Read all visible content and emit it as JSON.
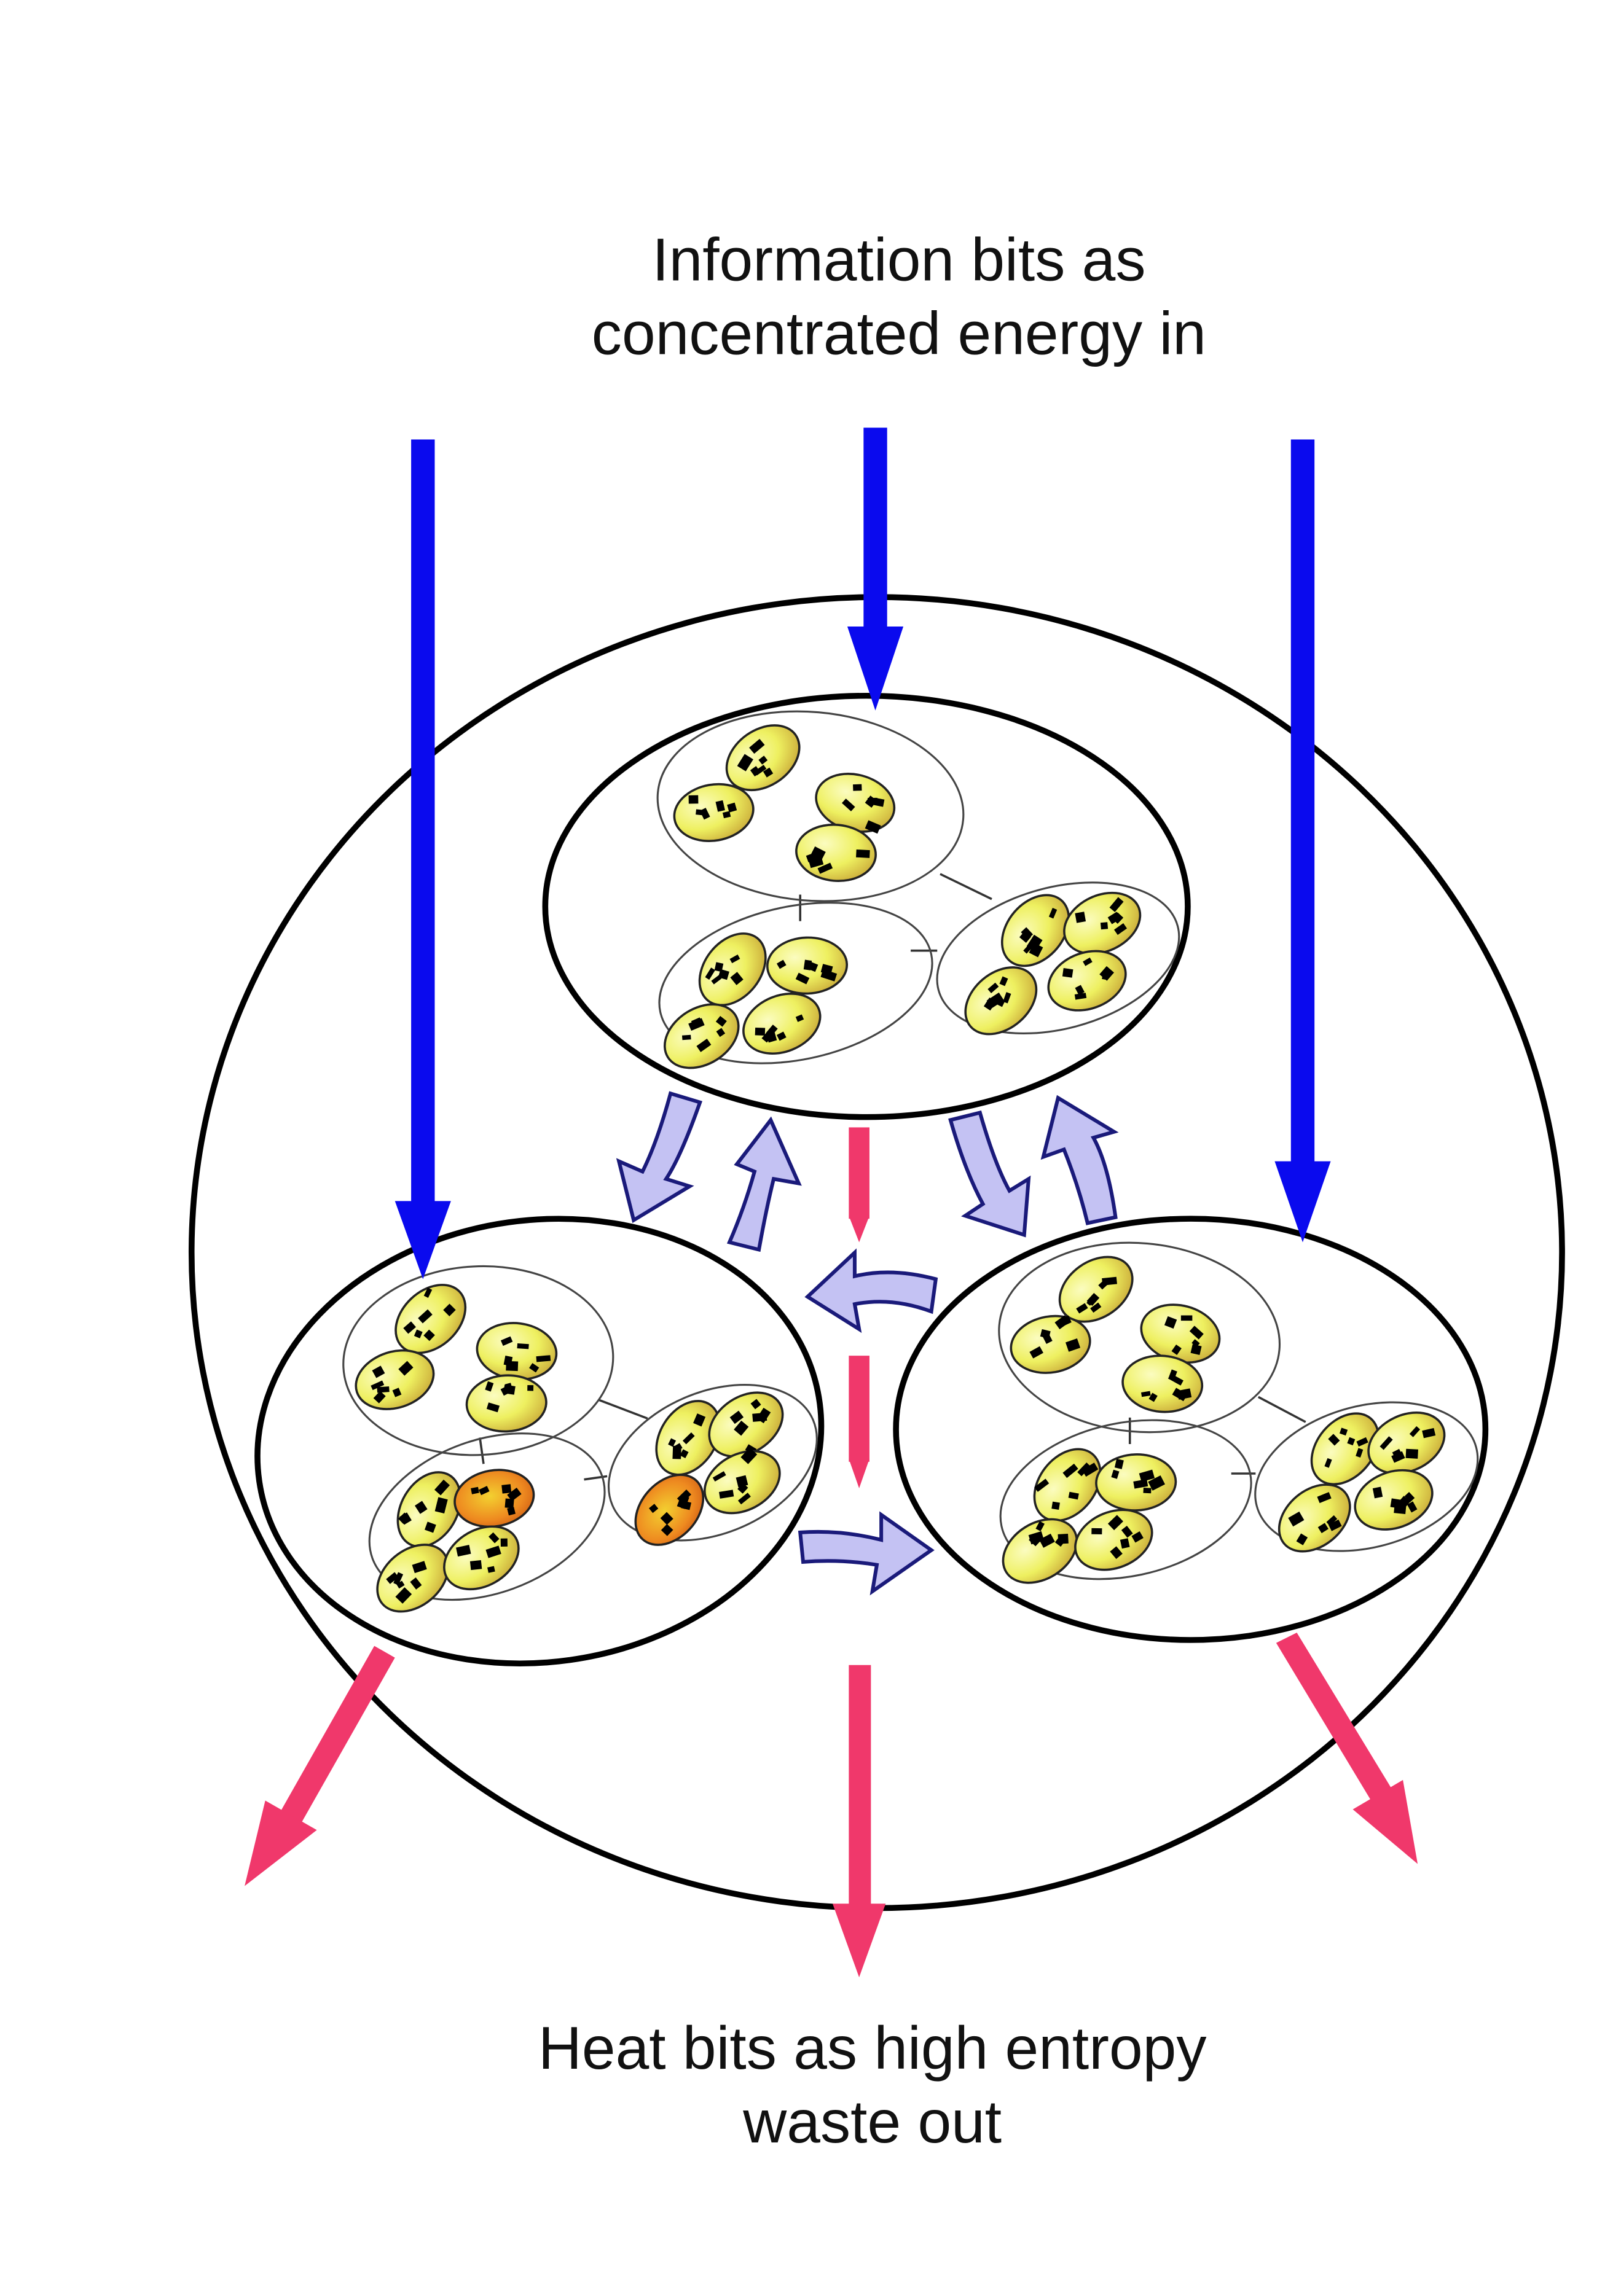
{
  "top_label": {
    "line1": "Information bits as",
    "line2": "concentrated energy in"
  },
  "bottom_label": {
    "line1": "Heat bits as high entropy",
    "line2": "waste out"
  },
  "colors": {
    "input_arrow": "#0a0aee",
    "output_arrow": "#f0386b",
    "exchange_arrow_fill": "#c4c2f3",
    "exchange_arrow_stroke": "#1a1a7a",
    "cell_yellow": "#f2f36a",
    "cell_orange": "#ee8a20",
    "outline": "#000000"
  },
  "icons": [
    "information-input-arrow",
    "heat-output-arrow",
    "exchange-arrow",
    "cell-icon"
  ]
}
